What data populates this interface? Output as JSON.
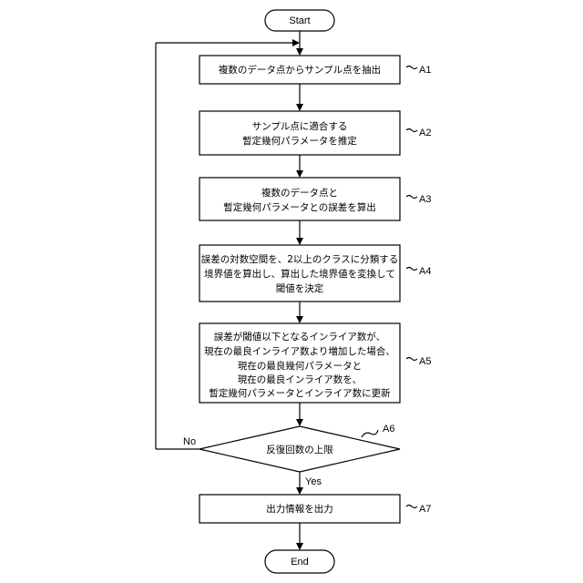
{
  "flowchart": {
    "start": "Start",
    "end": "End",
    "steps": [
      {
        "id": "A1",
        "lines": [
          "複数のデータ点からサンプル点を抽出"
        ]
      },
      {
        "id": "A2",
        "lines": [
          "サンプル点に適合する",
          "暫定幾何パラメータを推定"
        ]
      },
      {
        "id": "A3",
        "lines": [
          "複数のデータ点と",
          "暫定幾何パラメータとの誤差を算出"
        ]
      },
      {
        "id": "A4",
        "lines": [
          "誤差の対数空間を、2以上のクラスに分類する",
          "境界値を算出し、算出した境界値を変換して",
          "閾値を決定"
        ]
      },
      {
        "id": "A5",
        "lines": [
          "誤差が閾値以下となるインライア数が、",
          "現在の最良インライア数より増加した場合、",
          "現在の最良幾何パラメータと",
          "現在の最良インライア数を、",
          "暫定幾何パラメータとインライア数に更新"
        ]
      }
    ],
    "decision": {
      "id": "A6",
      "text": "反復回数の上限",
      "no_label": "No",
      "yes_label": "Yes"
    },
    "final": {
      "id": "A7",
      "text": "出力情報を出力"
    }
  }
}
